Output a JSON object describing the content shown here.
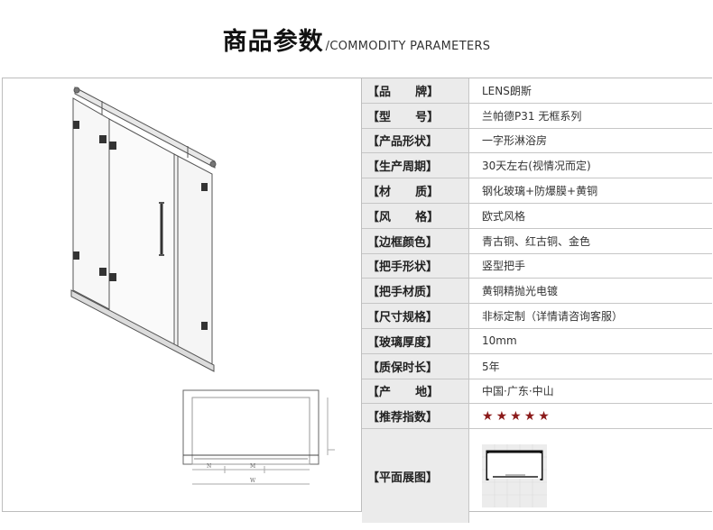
{
  "header": {
    "title_cn": "商品参数",
    "title_en": "/COMMODITY PARAMETERS"
  },
  "params": [
    {
      "label": "【品      牌】",
      "value": "LENS朗斯"
    },
    {
      "label": "【型      号】",
      "value": "兰帕德P31  无框系列"
    },
    {
      "label": "【产品形状】",
      "value": "一字形淋浴房"
    },
    {
      "label": "【生产周期】",
      "value": "30天左右(视情况而定)"
    },
    {
      "label": "【材      质】",
      "value": "钢化玻璃+防爆膜+黄铜"
    },
    {
      "label": "【风      格】",
      "value": "欧式风格"
    },
    {
      "label": "【边框颜色】",
      "value": "青古铜、红古铜、金色"
    },
    {
      "label": "【把手形状】",
      "value": "竖型把手"
    },
    {
      "label": "【把手材质】",
      "value": "黄铜精抛光电镀"
    },
    {
      "label": "【尺寸规格】",
      "value": "非标定制（详情请咨询客服）"
    },
    {
      "label": "【玻璃厚度】",
      "value": "10mm"
    },
    {
      "label": "【质保时长】",
      "value": "5年"
    },
    {
      "label": "【产      地】",
      "value": "中国·广东·中山"
    },
    {
      "label": "【推荐指数】",
      "value": ""
    }
  ],
  "rating": {
    "stars": 5,
    "max": 5,
    "color": "#8b1a1a"
  },
  "plan_row": {
    "label": "【平面展图】"
  },
  "drawing": {
    "dim_labels": [
      "N",
      "M",
      "W"
    ]
  }
}
